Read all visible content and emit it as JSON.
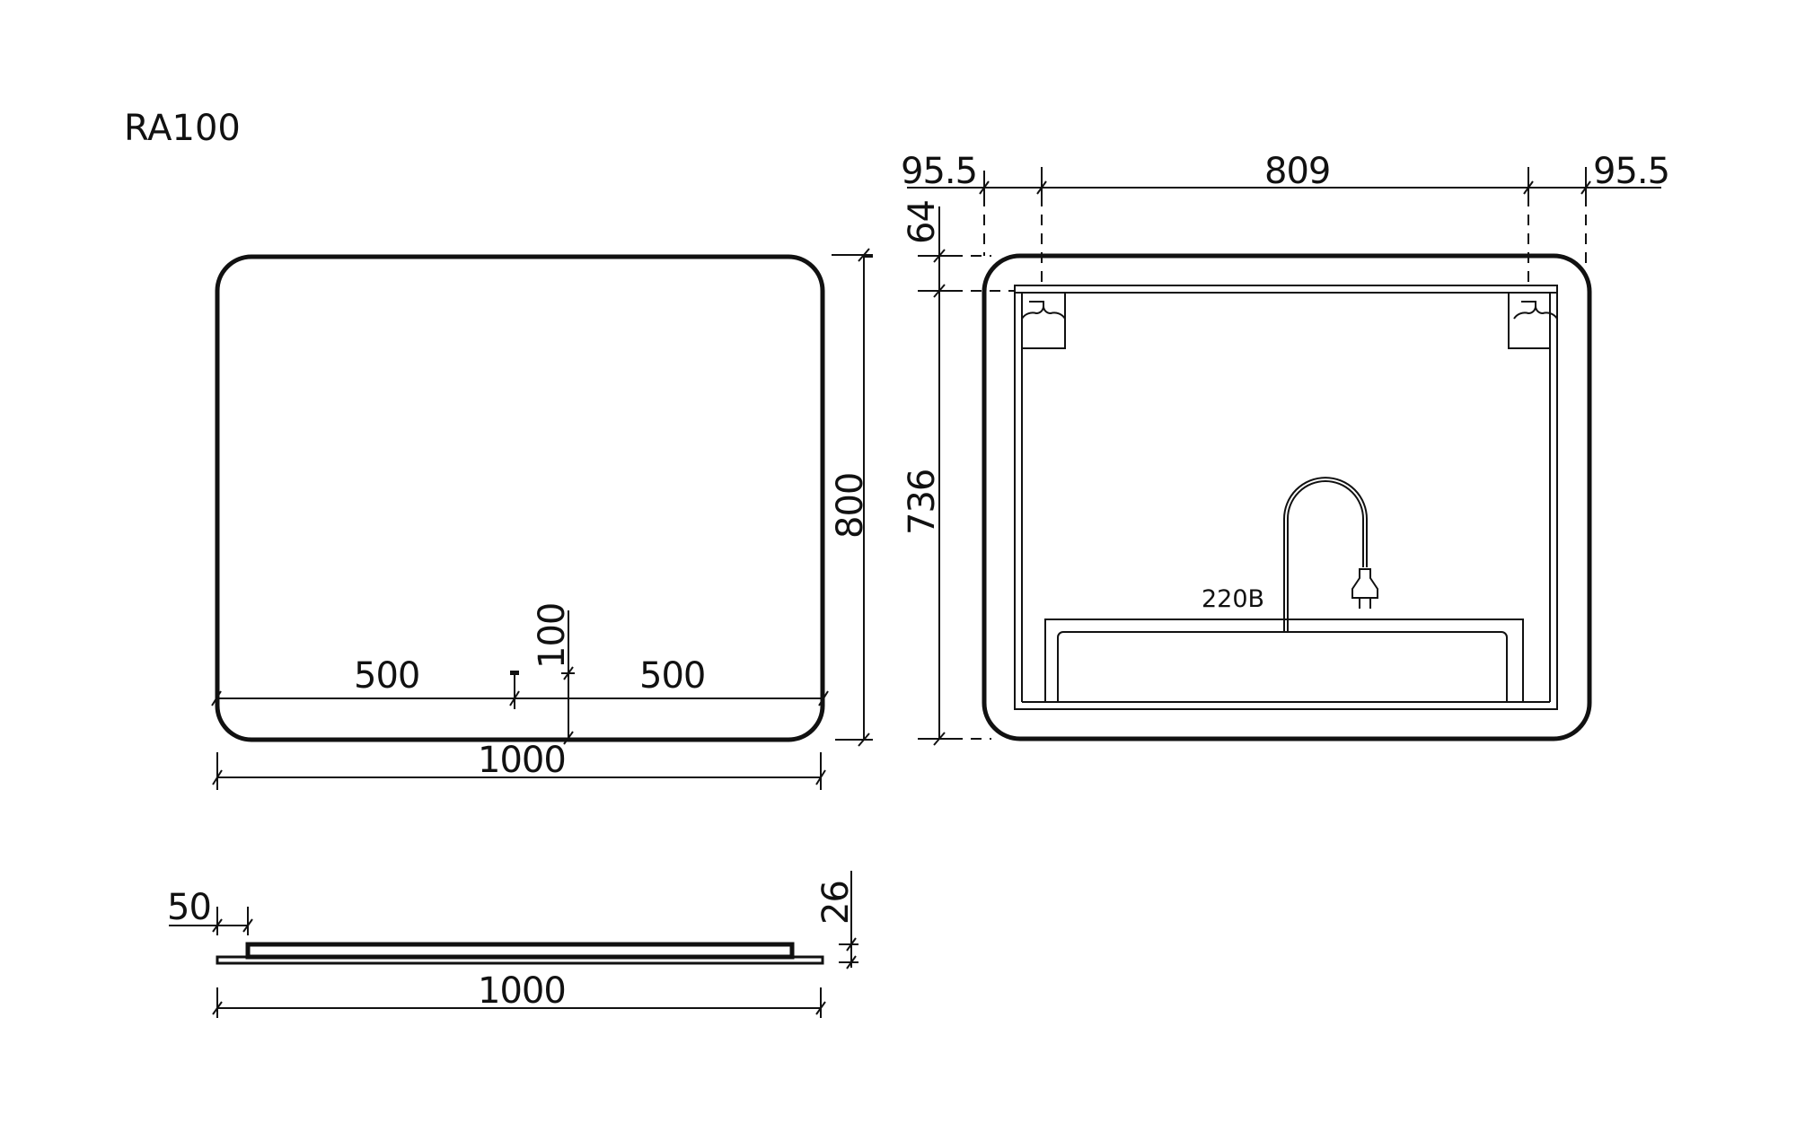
{
  "title": "RA100",
  "front_view": {
    "width_total": "1000",
    "height_total": "800",
    "left_offset": "500",
    "right_offset": "500",
    "sensor_height": "100"
  },
  "back_view": {
    "left_margin": "95.5",
    "mount_spacing": "809",
    "right_margin": "95.5",
    "top_offset": "64",
    "mount_height": "736",
    "power_label": "220B"
  },
  "side_view": {
    "width_total": "1000",
    "inset": "50",
    "depth": "26"
  },
  "colors": {
    "line": "#111111",
    "background": "#ffffff"
  }
}
